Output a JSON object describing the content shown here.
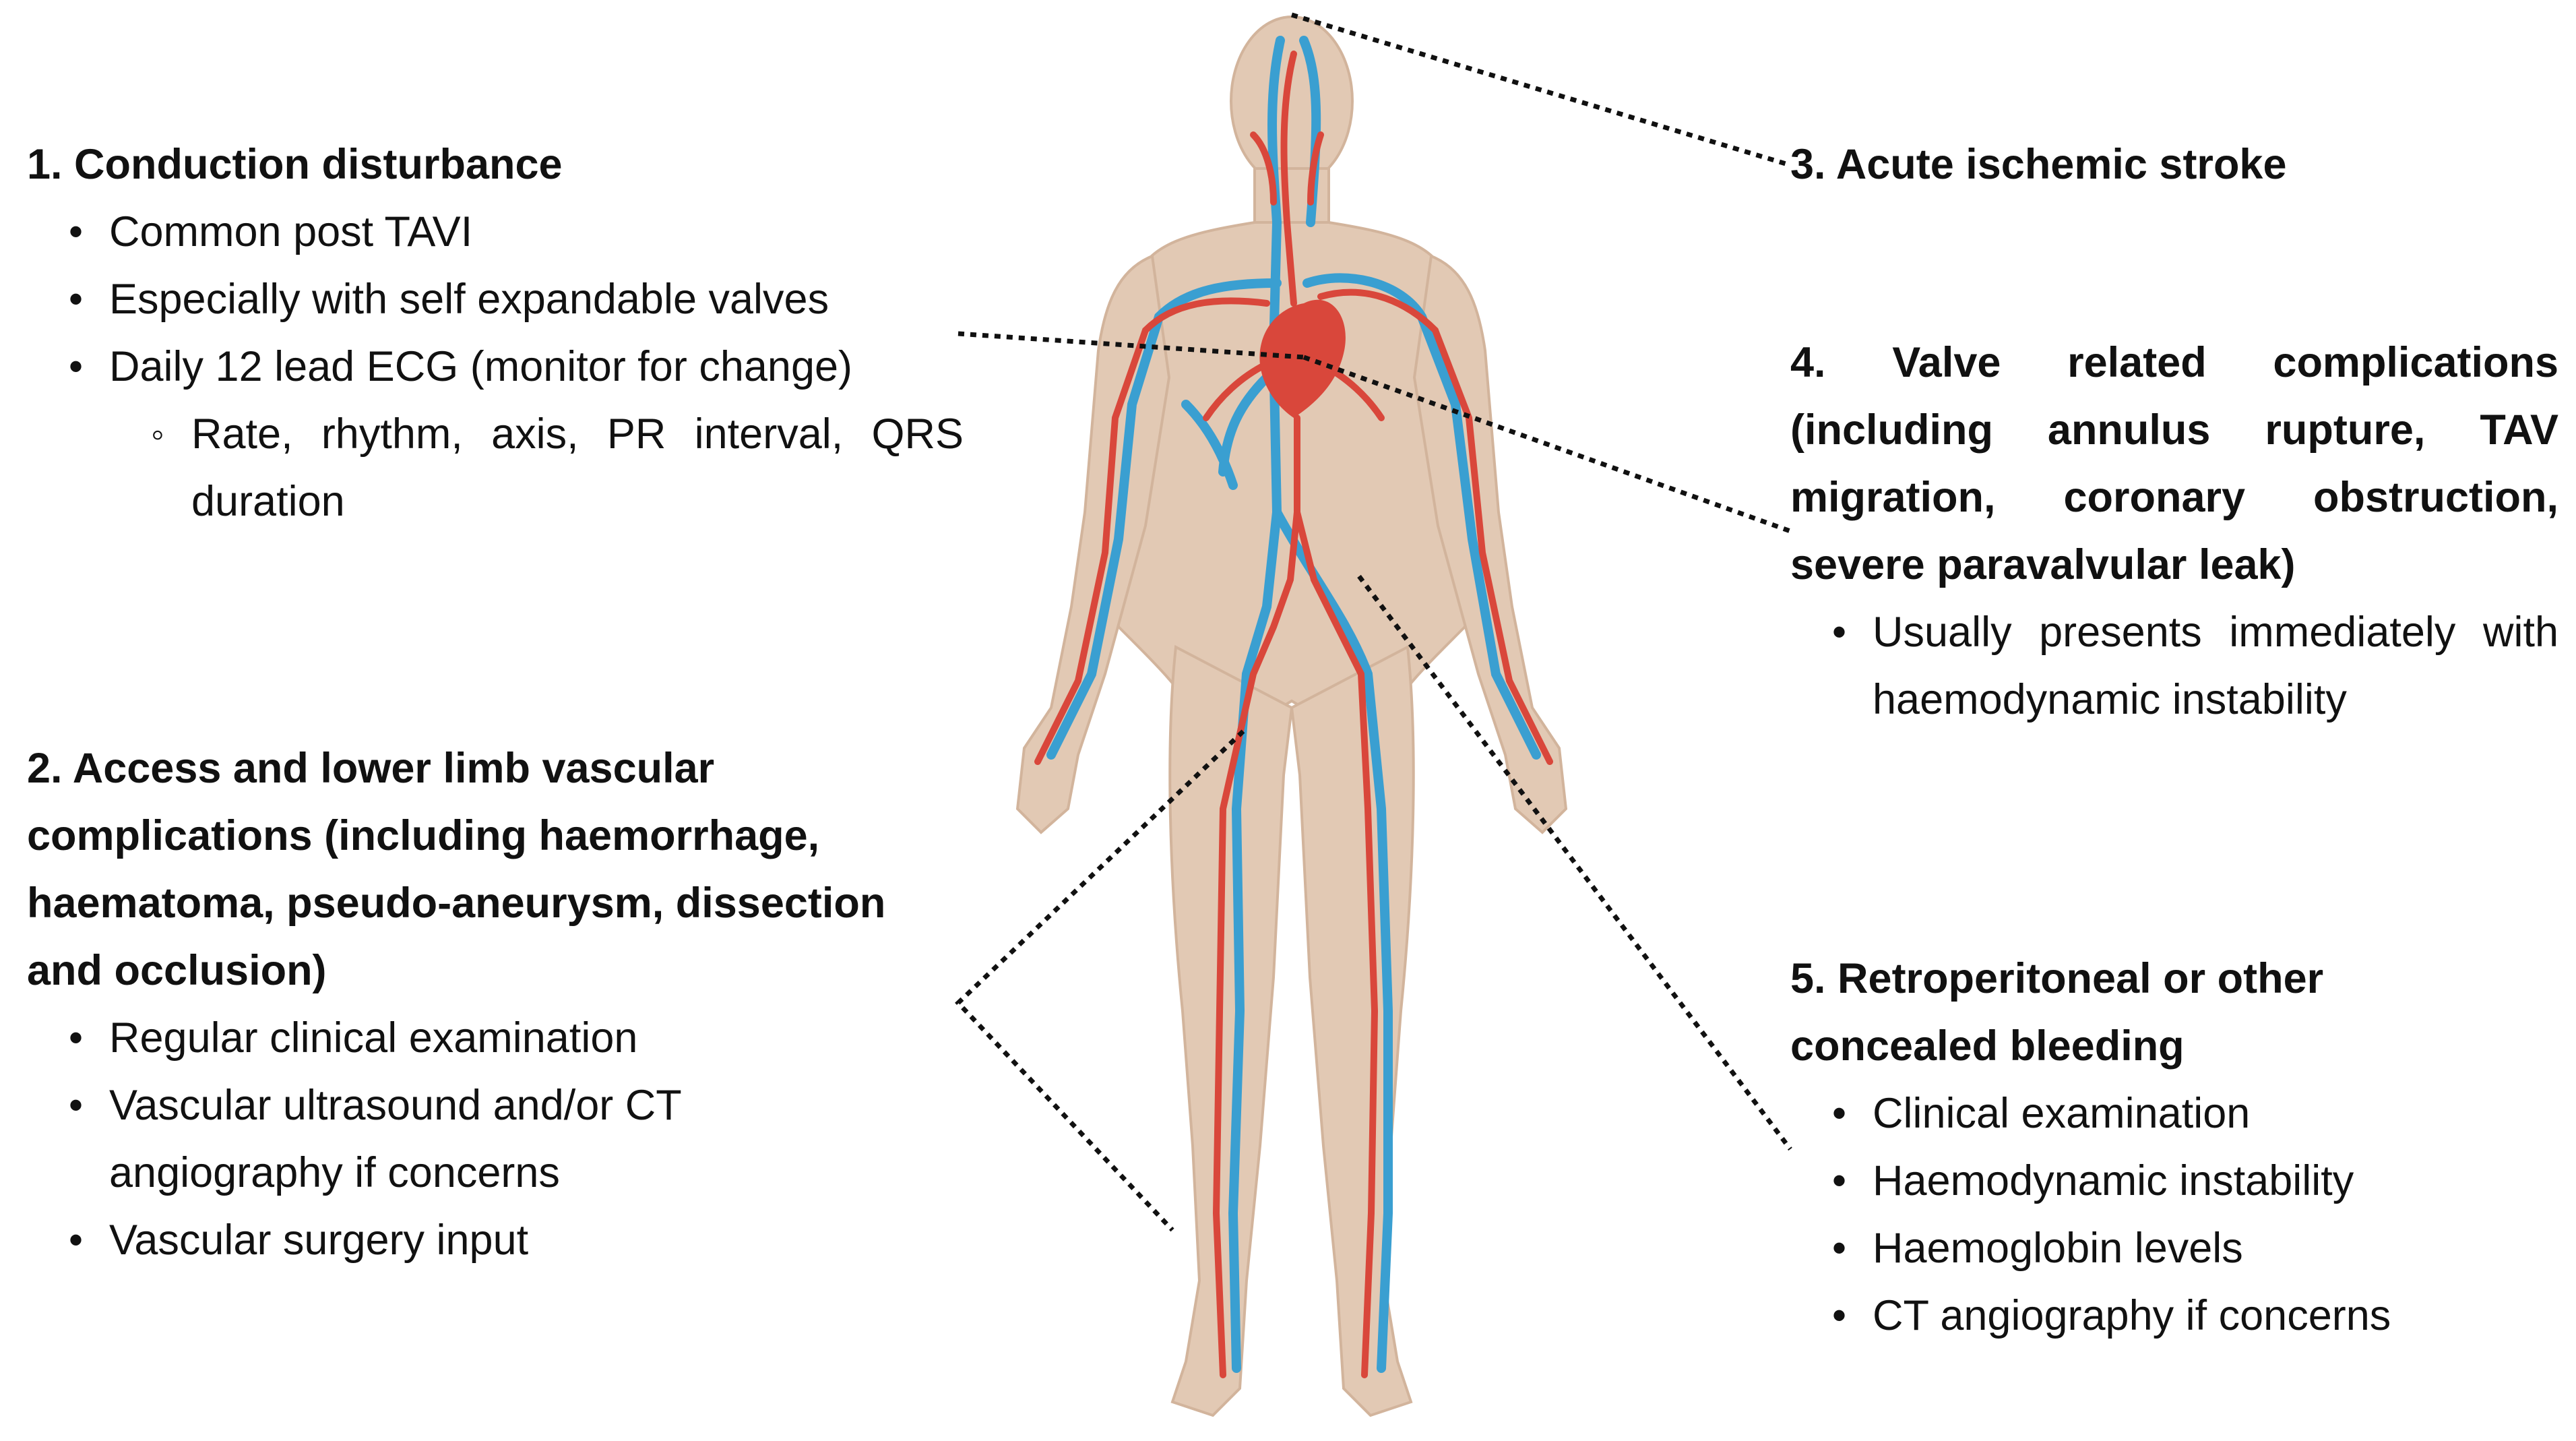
{
  "sections": [
    {
      "heading": "1. Conduction disturbance",
      "bullets": [
        "Common post TAVI",
        "Especially with self expandable valves",
        "Daily 12 lead ECG (monitor for change)"
      ],
      "sub_bullets": [
        "Rate, rhythm, axis, PR interval, QRS duration"
      ]
    },
    {
      "heading": " 2. Access and lower limb vascular complications (including haemorrhage, haematoma, pseudo-aneurysm, dissection and occlusion)",
      "bullets": [
        "Regular clinical examination",
        "Vascular ultrasound and/or CT angiography if concerns",
        "Vascular surgery input"
      ]
    },
    {
      "heading": "3. Acute ischemic stroke"
    },
    {
      "heading": "4. Valve related complications (including annulus rupture, TAV migration, coronary obstruction, severe paravalvular leak)",
      "bullets": [
        "Usually presents immediately with haemodynamic instability"
      ]
    },
    {
      "heading": "5. Retroperitoneal or other concealed bleeding",
      "bullets": [
        "Clinical examination",
        "Haemodynamic instability",
        "Haemoglobin levels",
        "CT angiography if concerns"
      ]
    }
  ],
  "colors": {
    "skin": "#e2c9b4",
    "skin_edge": "#d2b49c",
    "artery": "#d9473b",
    "vein": "#3a9fd1",
    "heart": "#d9473b",
    "leader": "#111111",
    "text": "#111111"
  }
}
